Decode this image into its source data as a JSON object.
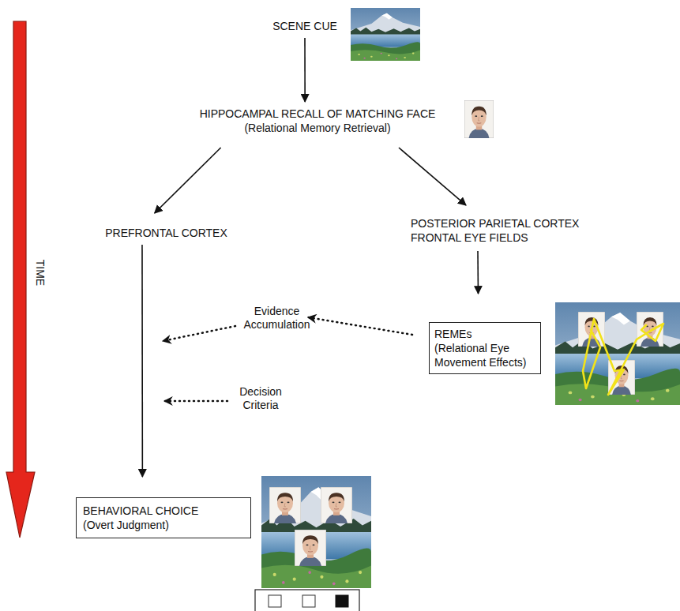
{
  "diagram": {
    "nodes": [
      {
        "text": [
          "SCENE CUE"
        ]
      },
      {
        "text": [
          "HIPPOCAMPAL RECALL OF MATCHING FACE",
          "(Relational Memory Retrieval)"
        ]
      },
      {
        "text": [
          "PREFRONTAL CORTEX"
        ]
      },
      {
        "text": [
          "POSTERIOR PARIETAL CORTEX",
          "FRONTAL EYE FIELDS"
        ]
      },
      {
        "text": [
          "REMEs",
          "(Relational Eye Movement Effects)"
        ]
      },
      {
        "text": [
          "BEHAVIORAL CHOICE",
          "(Overt Judgment)"
        ]
      }
    ],
    "edges": [
      {
        "from": 0,
        "to": 1,
        "arrow": "to"
      },
      {
        "from": 1,
        "to": 2,
        "arrow": "to"
      },
      {
        "from": 1,
        "to": 3,
        "arrow": "to"
      },
      {
        "from": 3,
        "to": 4,
        "arrow": "to"
      },
      {
        "from": 2,
        "to": 5,
        "arrow": "to"
      }
    ],
    "labels": [
      "TIME",
      "Evidence Accumulation",
      "Decision Criteria"
    ]
  }
}
